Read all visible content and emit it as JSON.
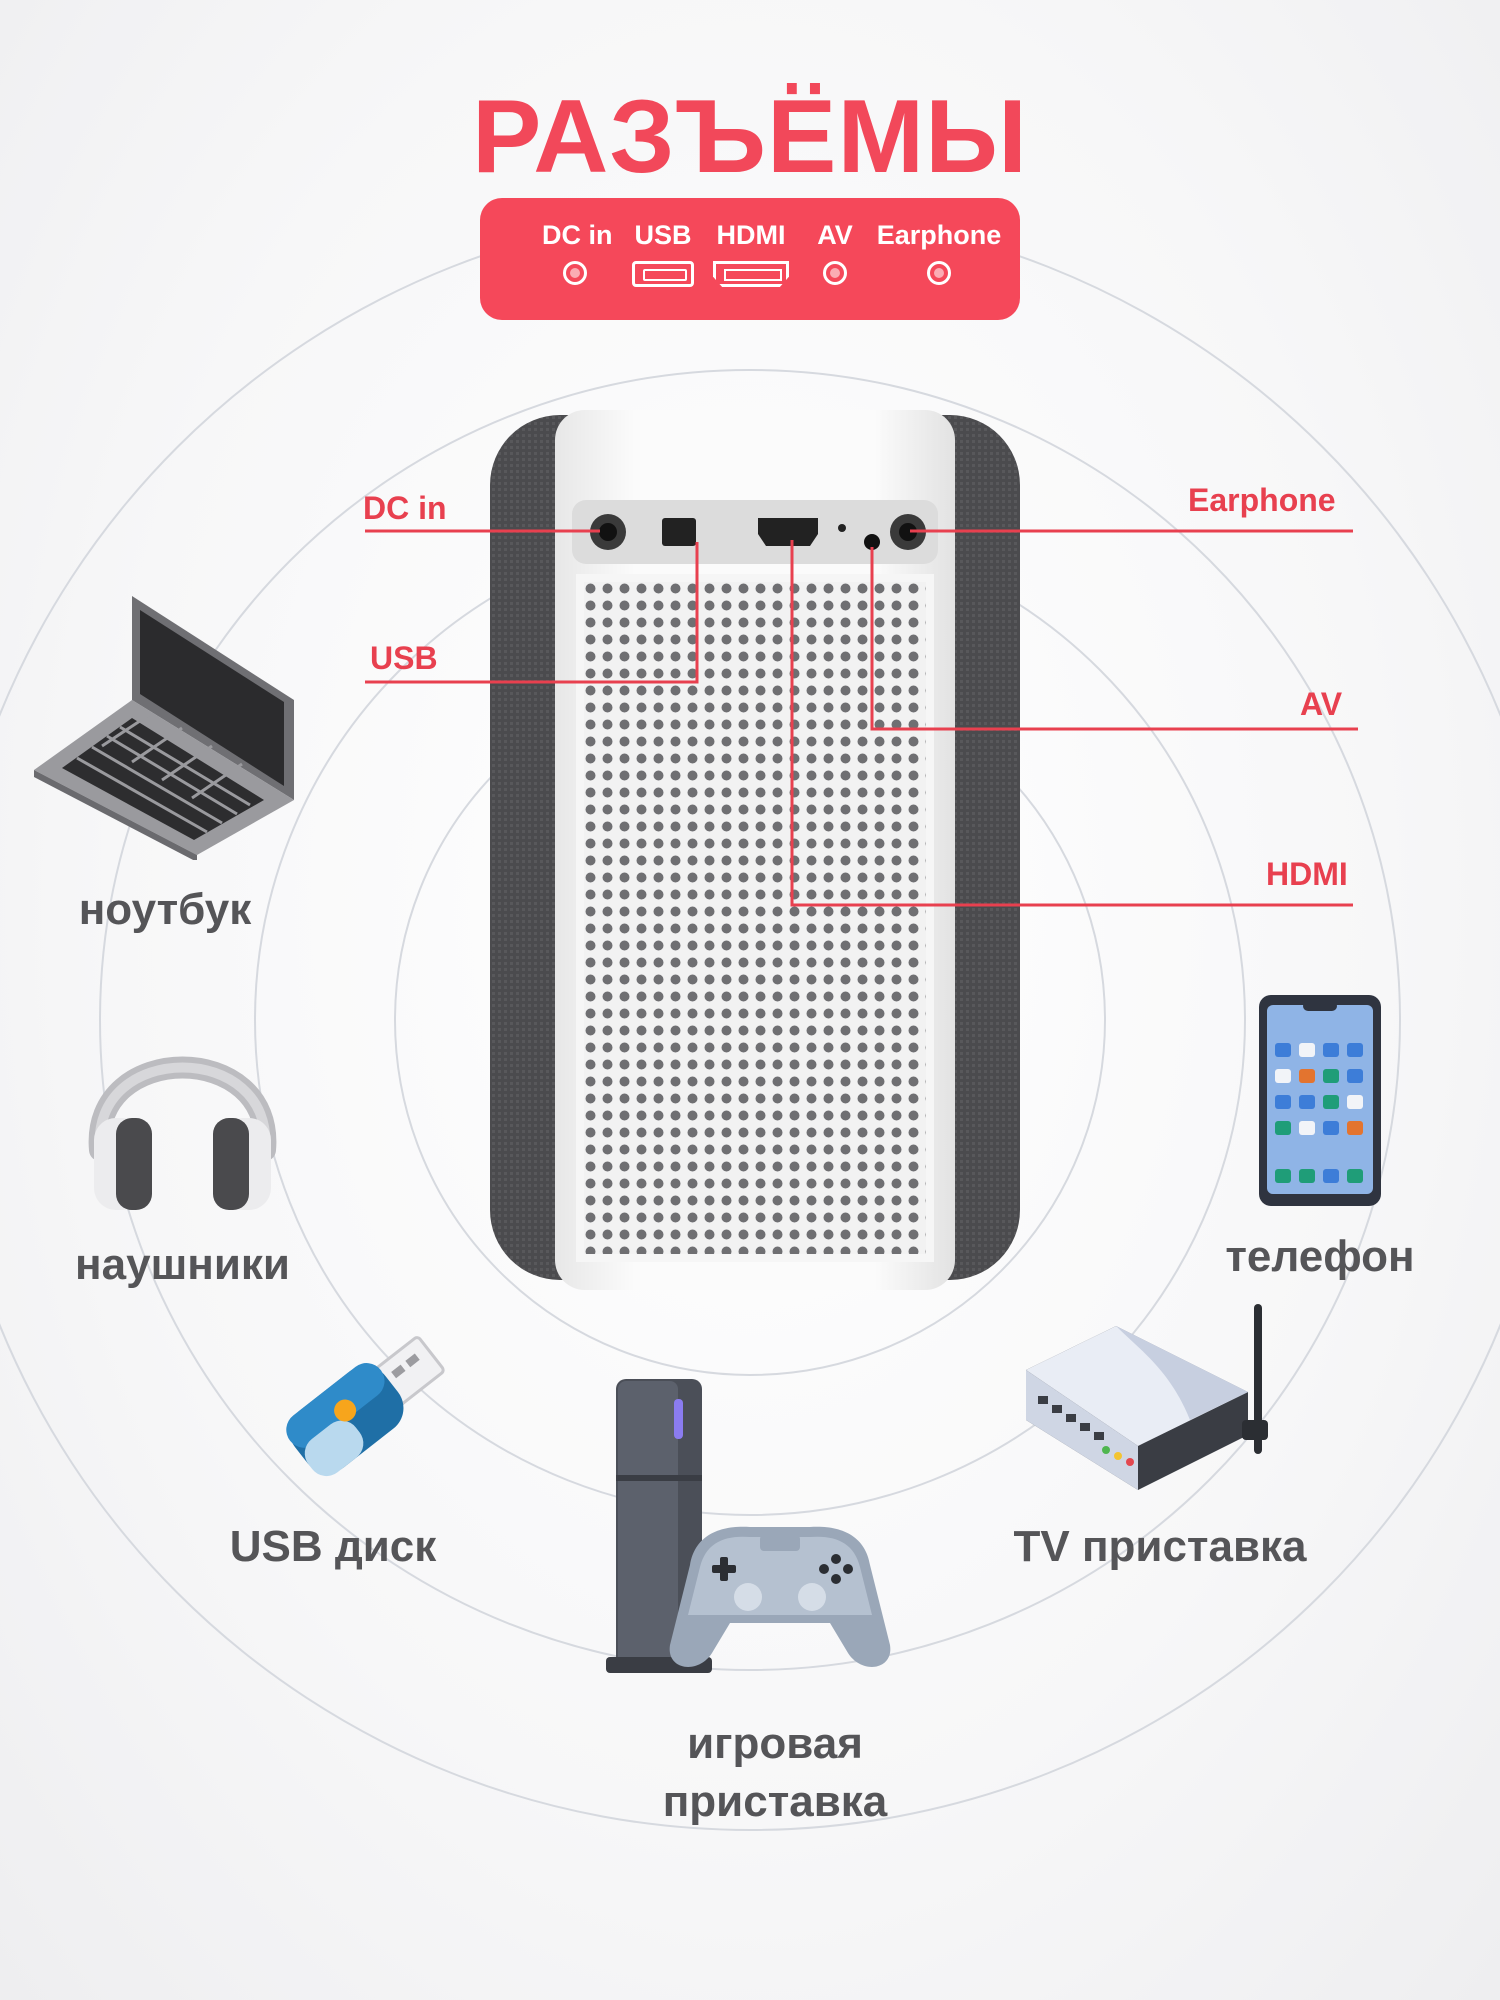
{
  "title": "РАЗЪЁМЫ",
  "ports_panel": [
    "DC in",
    "USB",
    "HDMI",
    "AV",
    "Earphone"
  ],
  "callouts": {
    "dc_in": "DC in",
    "usb": "USB",
    "earphone": "Earphone",
    "av": "AV",
    "hdmi": "HDMI"
  },
  "devices": {
    "laptop": "ноутбук",
    "headphones": "наушники",
    "usb_disk": "USB диск",
    "game_console_line1": "игровая",
    "game_console_line2": "приставка",
    "phone": "телефон",
    "tv_box": "TV приставка"
  },
  "colors": {
    "accent": "#f5485a",
    "label_gray": "#555558",
    "fabric": "#4a4a4d",
    "body": "#f4f4f4"
  }
}
